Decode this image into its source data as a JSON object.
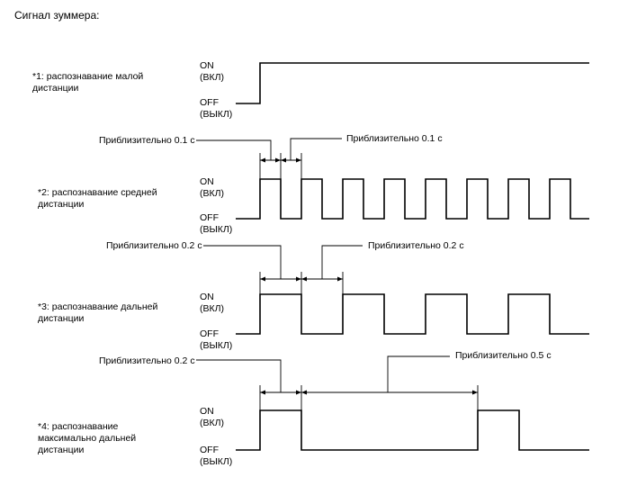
{
  "title": "Сигнал зуммера:",
  "level_labels": {
    "on": "ON",
    "on_ru": "(ВКЛ)",
    "off": "OFF",
    "off_ru": "(ВЫКЛ)"
  },
  "signals": [
    {
      "id": "1",
      "label_lines": [
        "*1: распознавание малой",
        "дистанции"
      ],
      "pattern": "continuous",
      "intervals": []
    },
    {
      "id": "2",
      "label_lines": [
        "*2: распознавание средней",
        "дистанции"
      ],
      "pattern": "pulse",
      "on_duration_s": 0.1,
      "off_duration_s": 0.1,
      "intervals": [
        {
          "text": "Приблизительно 0.1 с",
          "seconds": 0.1
        },
        {
          "text": "Приблизительно 0.1 с",
          "seconds": 0.1
        }
      ]
    },
    {
      "id": "3",
      "label_lines": [
        "*3: распознавание дальней",
        "дистанции"
      ],
      "pattern": "pulse",
      "on_duration_s": 0.2,
      "off_duration_s": 0.2,
      "intervals": [
        {
          "text": "Приблизительно 0.2 с",
          "seconds": 0.2
        },
        {
          "text": "Приблизительно 0.2 с",
          "seconds": 0.2
        }
      ]
    },
    {
      "id": "4",
      "label_lines": [
        "*4: распознавание",
        "максимально дальней",
        "дистанции"
      ],
      "pattern": "pulse",
      "on_duration_s": 0.2,
      "off_duration_s": 0.5,
      "intervals": [
        {
          "text": "Приблизительно 0.2 с",
          "seconds": 0.2
        },
        {
          "text": "Приблизительно 0.5 с",
          "seconds": 0.5
        }
      ]
    }
  ]
}
